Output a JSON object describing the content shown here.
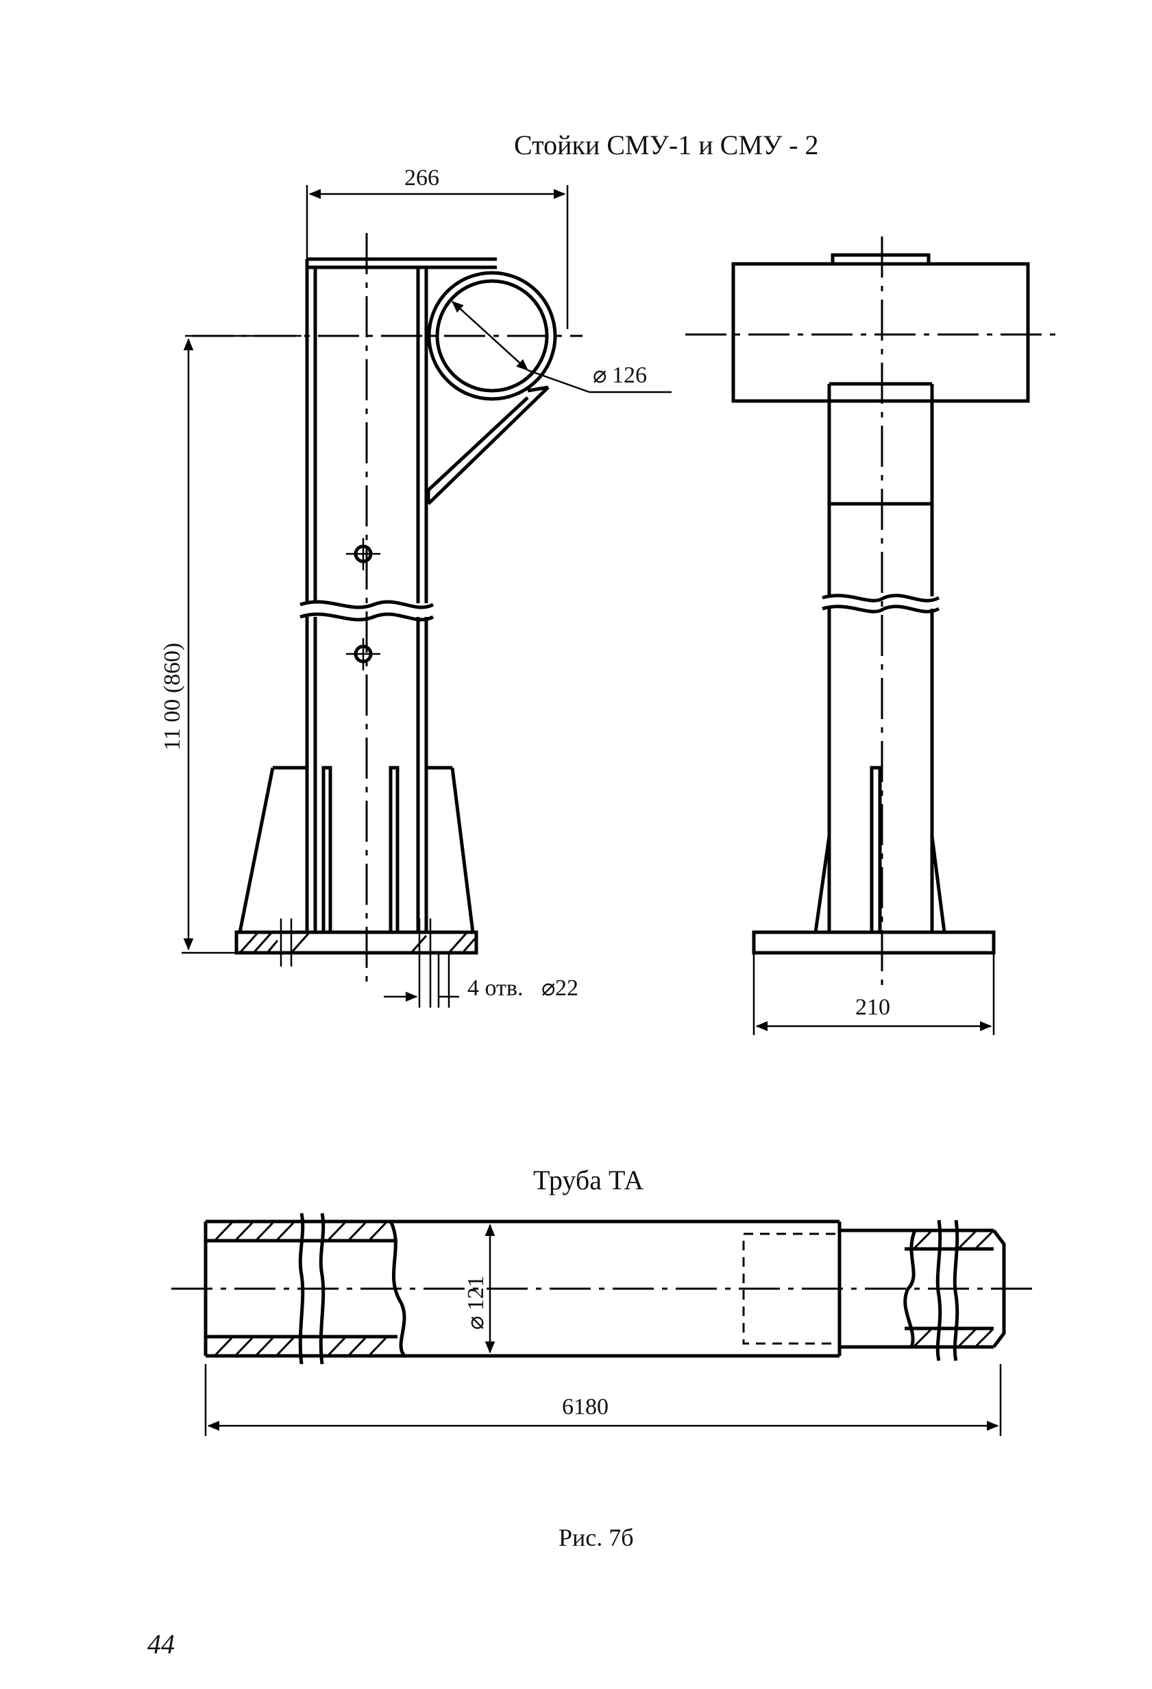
{
  "stand": {
    "title": "Стойки СМУ-1 и СМУ - 2",
    "dim_width": "266",
    "dim_pipe_dia": "126",
    "dim_height": "11 00 (860)",
    "dim_holes": "4 отв.",
    "dim_hole_dia": "22",
    "dim_base": "210"
  },
  "pipe": {
    "title": "Труба ТА",
    "dim_dia": "121",
    "dim_length": "6180"
  },
  "figure": {
    "caption": "Рис. 7б",
    "page_number": "44"
  }
}
